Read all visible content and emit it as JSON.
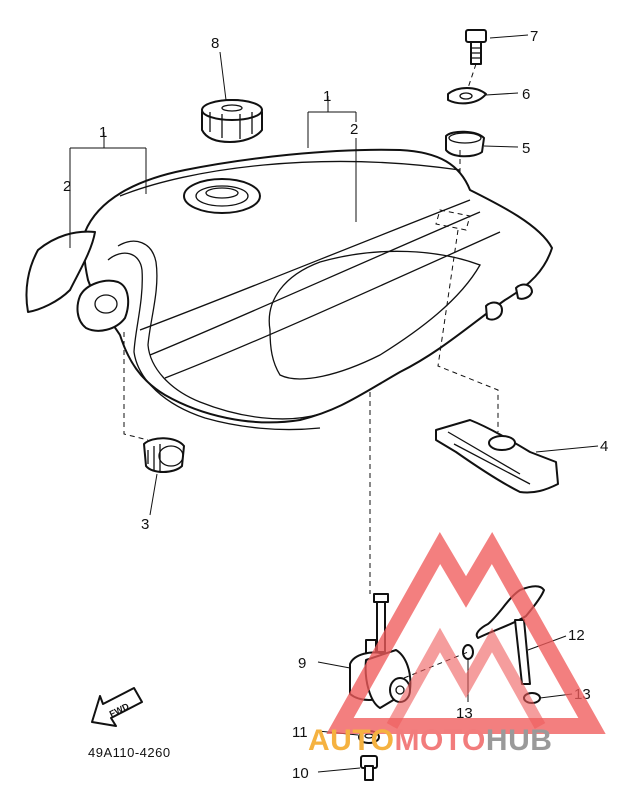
{
  "callouts": {
    "c1_left": "1",
    "c2_left": "2",
    "c1_mid": "1",
    "c2_mid": "2",
    "c3": "3",
    "c4": "4",
    "c5": "5",
    "c6": "6",
    "c7": "7",
    "c8": "8",
    "c9": "9",
    "c10": "10",
    "c11": "11",
    "c12": "12",
    "c13_a": "13",
    "c13_b": "13"
  },
  "part_number": "49A110-4260",
  "fwd_label": "FWD",
  "watermark": {
    "auto": "AUTO",
    "moto": "MOTO",
    "hub": "HUB",
    "colors": {
      "auto": "#f5b240",
      "moto": "#f27c7c",
      "hub": "#9a9a9a",
      "triangle": "#ef5b5b"
    }
  }
}
